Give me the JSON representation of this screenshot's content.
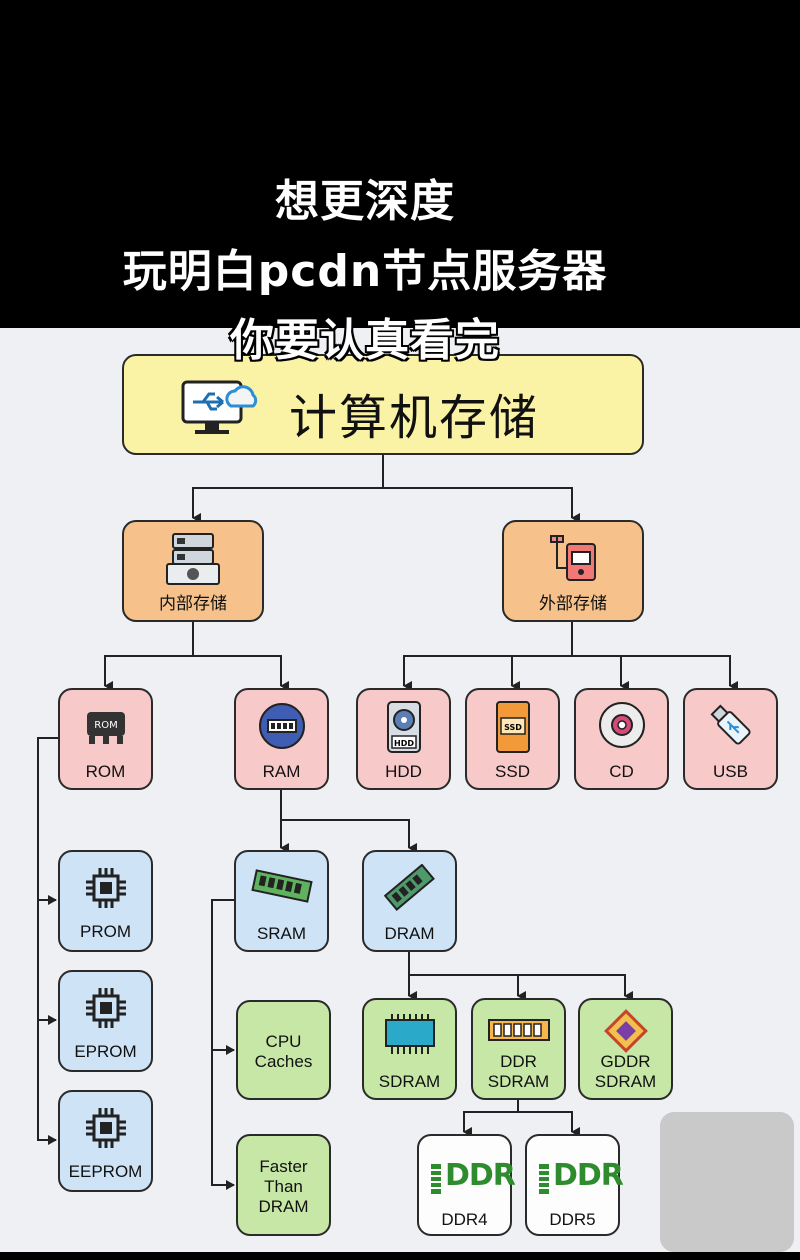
{
  "headline": {
    "line1": "想更深度",
    "line2": "玩明白pcdn节点服务器",
    "line3": "你要认真看完"
  },
  "diagram": {
    "root": "计算机存储",
    "internal": "内部存储",
    "external": "外部存储",
    "rom": "ROM",
    "ram": "RAM",
    "hdd": "HDD",
    "ssd": "SSD",
    "cd": "CD",
    "usb": "USB",
    "prom": "PROM",
    "eprom": "EPROM",
    "eeprom": "EEPROM",
    "sram": "SRAM",
    "dram": "DRAM",
    "cpu_caches": [
      "CPU",
      "Caches"
    ],
    "faster_than_dram": [
      "Faster",
      "Than",
      "DRAM"
    ],
    "sdram": "SDRAM",
    "ddr_sdram": [
      "DDR",
      "SDRAM"
    ],
    "gddr_sdram": [
      "GDDR",
      "SDRAM"
    ],
    "ddr4": "DDR4",
    "ddr5": "DDR5",
    "ddr_logo": "DDR"
  },
  "colors": {
    "root_fill": "#faf3a6",
    "internal_external_fill": "#f6c18a",
    "rom_ram_storage_fill": "#f7c9c9",
    "prom_sram_dram_fill": "#cfe3f7",
    "cache_sdram_fill": "#c7e7a6",
    "ddr_fill": "#fdfdfd"
  }
}
